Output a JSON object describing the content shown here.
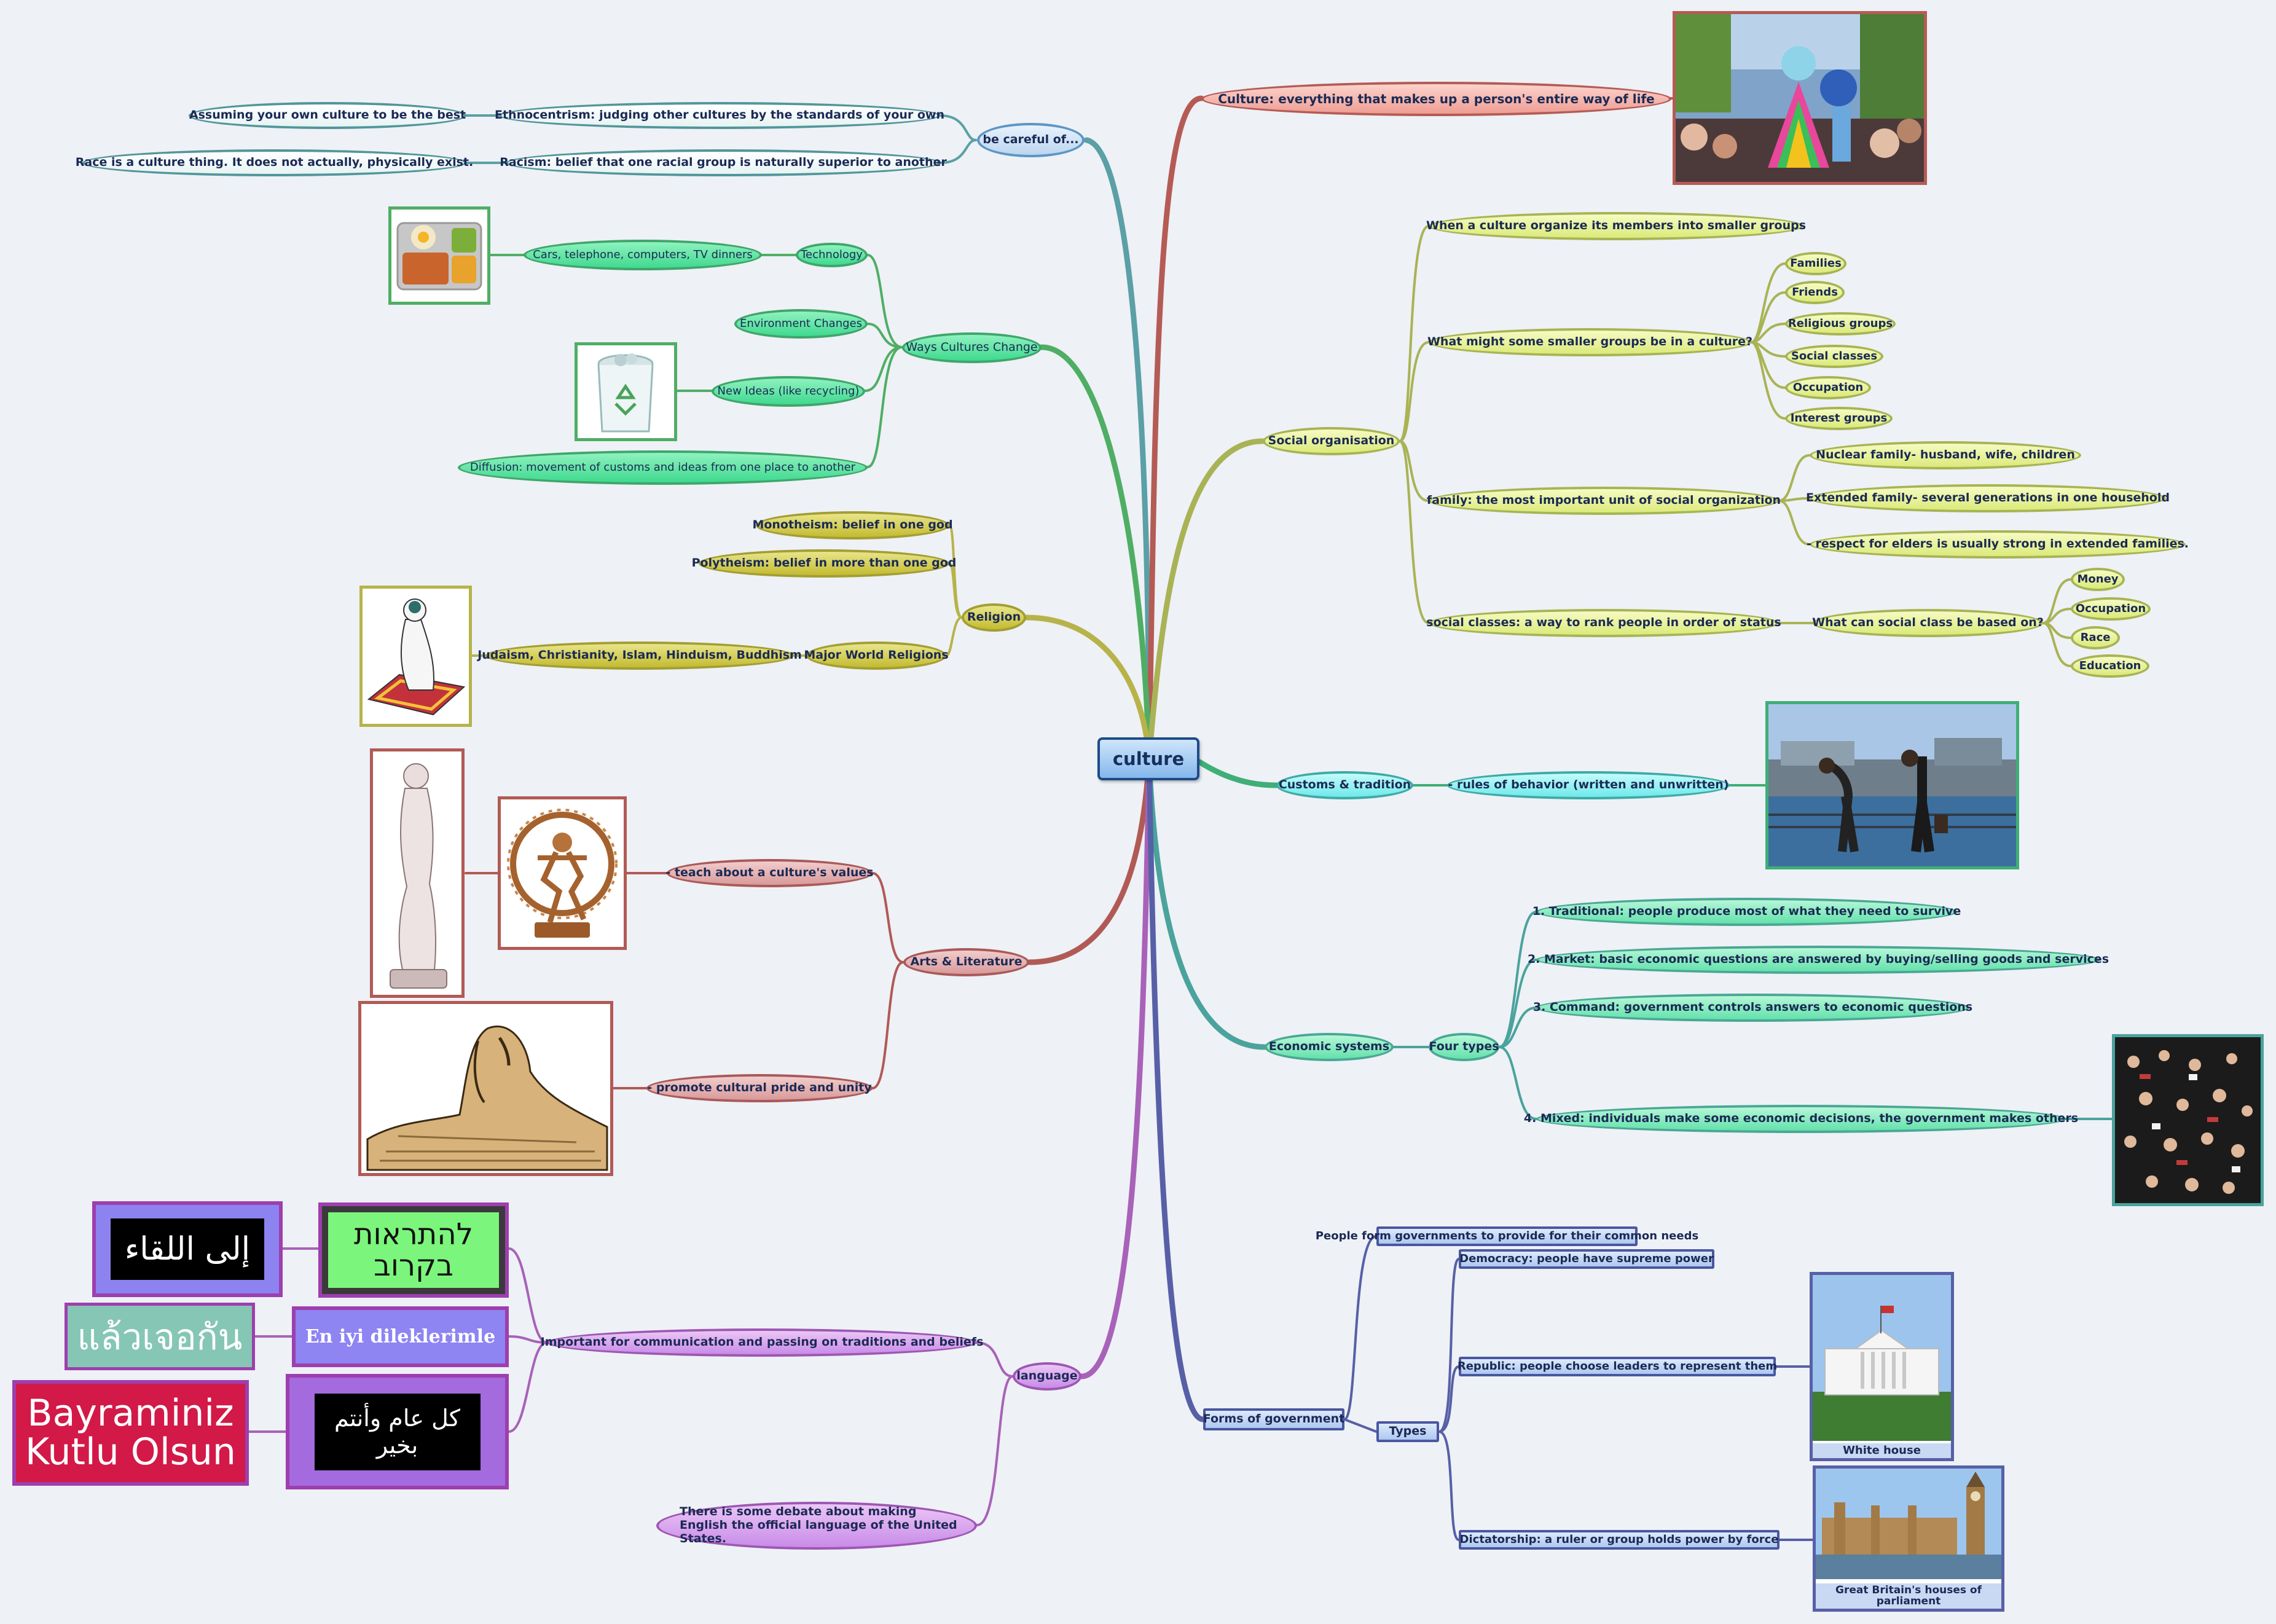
{
  "root": "culture",
  "top": {
    "careful": "be careful of...",
    "ethno": "Ethnocentrism:  judging other cultures by the standards of your own",
    "assuming": "Assuming your own culture to be the best",
    "racism": "Racism: belief that one racial group is naturally superior to another",
    "race": "Race is a culture thing. It does not actually, physically exist.",
    "definition": "Culture: everything that makes up a person's entire way of life"
  },
  "change": {
    "label": "Ways Cultures Change",
    "technology": "Technology",
    "cars": "Cars, telephone, computers, TV dinners",
    "environment": "Environment Changes",
    "ideas": "New Ideas (like recycling)",
    "diffusion": "Diffusion: movement of customs and ideas from  one place to another"
  },
  "religion": {
    "label": "Religion",
    "mono": "Monotheism:  belief in one god",
    "poly": "Polytheism:  belief in more than one god",
    "major": "Major World Religions",
    "list": "Judaism, Christianity, Islam, Hinduism, Buddhism"
  },
  "arts": {
    "label": "Arts & Literature",
    "values": "- teach about a culture's values",
    "pride": "- promote cultural pride and unity"
  },
  "language": {
    "label": "language",
    "important": "Important for communication and passing on traditions and beliefs",
    "debate": "There is some debate about making English the official language of the United States.",
    "greetings": {
      "hebrew": "להתראות בקרוב",
      "arabic1": "إلى اللقاء",
      "turkish_small": "En iyi dileklerimle",
      "thai": "แล้วเจอกัน",
      "arabic2": "كل عام وأنتم بخير",
      "turkish_big": "Bayraminiz Kutlu Olsun"
    }
  },
  "social": {
    "label": "Social organisation",
    "organize": "When a culture organize its members into smaller groups",
    "smaller": "What might some smaller groups be in a culture?",
    "groups": [
      "Families",
      "Friends",
      "Religious groups",
      "Social classes",
      "Occupation",
      "Interest groups"
    ],
    "family": "family: the most important unit of social organization",
    "family_items": [
      "Nuclear family- husband, wife, children",
      "Extended family- several generations in one household",
      "- respect for elders is usually strong in extended families."
    ],
    "classes": "social classes: a way to rank people in order of status",
    "based": "What can social class be based on?",
    "bases": [
      "Money",
      "Occupation",
      "Race",
      "Education"
    ]
  },
  "customs": {
    "label": "Customs & tradition",
    "rules": "- rules of behavior (written and unwritten)"
  },
  "economic": {
    "label": "Economic systems",
    "four": "Four types",
    "types": [
      "1. Traditional:  people produce most of what they need to survive",
      "2. Market: basic economic questions are answered by buying/selling goods and services",
      "3. Command:  government controls answers to economic questions",
      "4. Mixed:  individuals make some economic decisions, the government makes others"
    ]
  },
  "government": {
    "label": "Forms of government",
    "people": "People form governments to provide for their common needs",
    "types": "Types",
    "democracy": "Democracy: people have supreme power",
    "republic": "Republic: people choose leaders to represent them",
    "dictatorship": "Dictatorship:  a ruler or group holds power by force",
    "white_house": "White house",
    "parliament": "Great Britain's houses of parliament"
  },
  "colors": {
    "careful": "#5aa0a6",
    "definition": "#b55b55",
    "change": "#4fae64",
    "religion": "#b7b34a",
    "arts": "#b15a55",
    "language": "#a862b8",
    "social": "#a9b355",
    "customs": "#3fae77",
    "economic": "#4aa39c",
    "government": "#5760a6"
  }
}
